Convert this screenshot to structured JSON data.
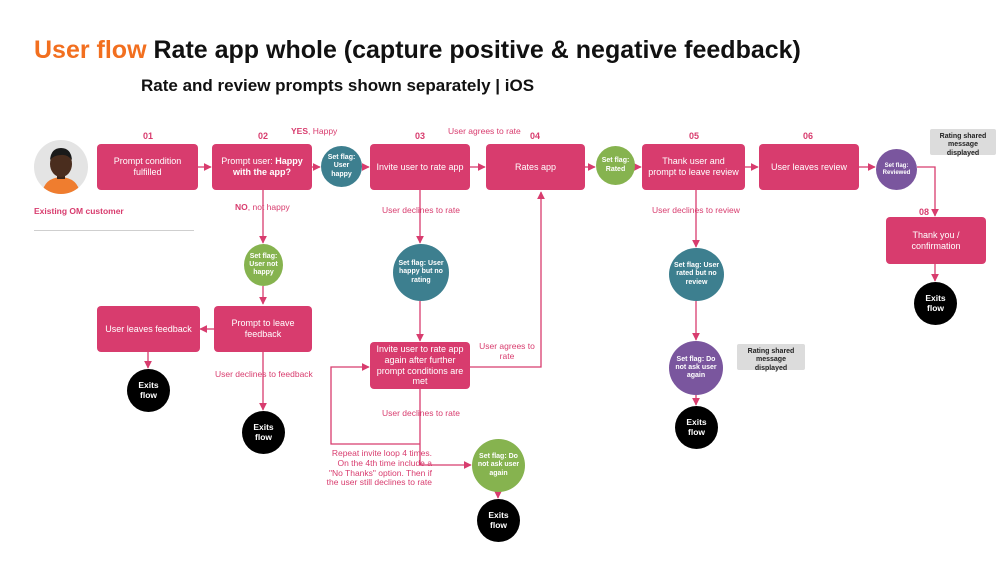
{
  "header": {
    "title_accent": "User flow",
    "title_rest": "Rate app whole (capture positive & negative feedback)",
    "subtitle": "Rate and review prompts shown separately | iOS"
  },
  "persona": {
    "label": "Existing OM customer"
  },
  "steps": {
    "n01": "01",
    "n02": "02",
    "n03": "03",
    "n04": "04",
    "n05": "05",
    "n06": "06",
    "n08": "08"
  },
  "boxes": {
    "prompt_condition": "Prompt condition fulfilled",
    "prompt_user_prefix": "Prompt user: ",
    "prompt_user_bold": "Happy with the app?",
    "invite_rate": "Invite user to rate app",
    "rates_app": "Rates app",
    "thank_prompt_review": "Thank user and prompt to leave review",
    "leaves_review": "User leaves review",
    "thank_confirm": "Thank you / confirmation",
    "leaves_feedback": "User leaves feedback",
    "prompt_feedback": "Prompt to leave feedback",
    "invite_again": "Invite user to rate app again after further prompt conditions are met"
  },
  "circles": {
    "flag_user_happy": "Set flag: User happy",
    "flag_rated": "Set flag: Rated",
    "flag_reviewed": "Set flag: Reviewed",
    "flag_not_happy": "Set flag: User not happy",
    "flag_happy_no_rating": "Set flag: User happy but no rating",
    "flag_rated_no_review": "Set flag: User rated but no review",
    "flag_do_not_ask_1": "Set flag: Do not ask user again",
    "flag_do_not_ask_2": "Set flag: Do not ask user again",
    "exits": "Exits flow"
  },
  "labels": {
    "yes_bold": "YES",
    "yes_rest": ", Happy",
    "no_bold": "NO",
    "no_rest": ", not happy",
    "agrees_top": "User agrees to rate",
    "declines_rate_1": "User declines to rate",
    "declines_review": "User declines to review",
    "declines_feedback": "User declines to feedback",
    "agrees_mid": "User agrees to rate",
    "declines_rate_2": "User declines to rate",
    "repeat_note": "Repeat invite loop 4 times. On the 4th time include a \"No Thanks\" option. Then if the user still declines to rate"
  },
  "notes": {
    "rating_shared_1": "Rating shared message displayed",
    "rating_shared_2": "Rating shared message displayed"
  },
  "colors": {
    "accent_orange": "#f26f1f",
    "box_pink": "#d83c6e",
    "flag_teal": "#3d7f8f",
    "flag_green": "#86b34f",
    "flag_purple": "#7a569e",
    "exit_black": "#000000"
  }
}
